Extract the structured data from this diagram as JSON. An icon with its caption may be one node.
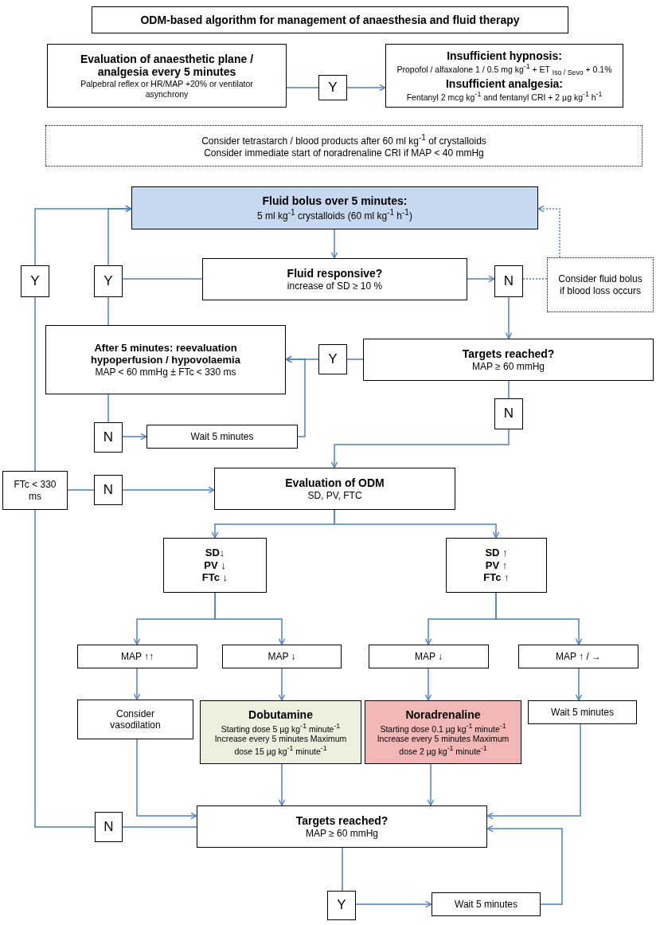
{
  "diagram": {
    "title": "ODM-based algorithm for management of anaesthesia and fluid therapy",
    "nodes": [
      {
        "text": [
          "Evaluation of anaesthetic plane / analgesia every 5 minutes",
          "Palpebral reflex or HR/MAP +20% or ventilator asynchrony"
        ]
      },
      {
        "text": [
          "Y"
        ]
      },
      {
        "text": [
          "Insufficient hypnosis:",
          "Propofol / alfaxalone 1 / 0.5 mg kg$^{-1}$ + ET $_{Iso / Sevo}$ + 0.1%",
          "Insufficient analgesia:",
          "Fentanyl 2 mcg kg$^{-1}$ and fentanyl CRI + 2 µg kg$^{-1}$ h$^{-1}$"
        ]
      },
      {
        "text": [
          "Consider tetrastarch / blood products after 60 ml kg$^{-1}$ of crystalloids",
          "Consider immediate start of noradrenaline CRI if MAP < 40 mmHg"
        ]
      },
      {
        "text": [
          "Fluid bolus over 5 minutes:",
          "5 ml kg$^{-1}$ crystalloids (60 ml kg$^{-1}$ h$^{-1}$)"
        ]
      },
      {
        "text": [
          "Y"
        ]
      },
      {
        "text": [
          "Y"
        ]
      },
      {
        "text": [
          "Fluid responsive?",
          "increase of SD ≥ 10 %"
        ]
      },
      {
        "text": [
          "N"
        ]
      },
      {
        "text": [
          "Consider fluid bolus if blood loss occurs"
        ]
      },
      {
        "text": [
          "After 5 minutes: reevaluation hypoperfusion / hypovolaemia",
          "MAP < 60 mmHg ± FTc < 330 ms"
        ]
      },
      {
        "text": [
          "Y"
        ]
      },
      {
        "text": [
          "Targets reached?",
          "MAP ≥ 60 mmHg"
        ]
      },
      {
        "text": [
          "N"
        ]
      },
      {
        "text": [
          "Wait 5 minutes"
        ]
      },
      {
        "text": [
          "N"
        ]
      },
      {
        "text": [
          "FTc < 330 ms"
        ]
      },
      {
        "text": [
          "N"
        ]
      },
      {
        "text": [
          "Evaluation of ODM",
          "SD, PV, FTC"
        ]
      },
      {
        "text": [
          "SD↓ PV ↓ FTc ↓"
        ]
      },
      {
        "text": [
          "SD ↑ PV ↑ FTc ↑"
        ]
      },
      {
        "text": [
          "MAP ↑↑"
        ]
      },
      {
        "text": [
          "MAP ↓"
        ]
      },
      {
        "text": [
          "MAP ↓"
        ]
      },
      {
        "text": [
          "MAP ↑ / →"
        ]
      },
      {
        "text": [
          "Consider vasodilation"
        ]
      },
      {
        "text": [
          "Dobutamine",
          "Starting dose 5 µg kg$^{-1}$ minute$^{-1}$ Increase every 5 minutes Maximum dose 15 µg kg$^{-1}$ minute$^{-1}$"
        ]
      },
      {
        "text": [
          "Noradrenaline",
          "Starting dose 0.1 µg kg$^{-1}$ minute$^{-1}$ Increase every 5 minutes Maximum dose 2 µg kg$^{-1}$ minute$^{-1}$"
        ]
      },
      {
        "text": [
          "Wait 5 minutes"
        ]
      },
      {
        "text": [
          "N"
        ]
      },
      {
        "text": [
          "Targets reached?",
          "MAP ≥ 60 mmHg"
        ]
      },
      {
        "text": [
          "Y"
        ]
      },
      {
        "text": [
          "Wait 5 minutes"
        ]
      }
    ],
    "edges": [
      {
        "from": 0,
        "to": 1,
        "arrow": "none"
      },
      {
        "from": 1,
        "to": 2,
        "arrow": "to"
      },
      {
        "from": 4,
        "to": 7,
        "arrow": "to"
      },
      {
        "from": 7,
        "to": 6,
        "arrow": "none"
      },
      {
        "from": 10,
        "to": 6,
        "arrow": "none"
      },
      {
        "from": 6,
        "to": 4,
        "arrow": "to"
      },
      {
        "from": 7,
        "to": 8,
        "arrow": "to"
      },
      {
        "from": 9,
        "to": 8,
        "arrow": "none",
        "style": "dashed"
      },
      {
        "from": 9,
        "to": 4,
        "arrow": "to",
        "style": "dashed"
      },
      {
        "from": 8,
        "to": 12,
        "arrow": "to"
      },
      {
        "from": 12,
        "to": 11,
        "arrow": "none"
      },
      {
        "from": 11,
        "to": 10,
        "arrow": "to"
      },
      {
        "from": 10,
        "to": 13,
        "arrow": "none"
      },
      {
        "from": 13,
        "to": 14,
        "arrow": "to"
      },
      {
        "from": 14,
        "to": 10,
        "arrow": "to"
      },
      {
        "from": 12,
        "to": 15,
        "arrow": "none"
      },
      {
        "from": 15,
        "to": 18,
        "arrow": "to"
      },
      {
        "from": 30,
        "to": 29,
        "arrow": "none"
      },
      {
        "from": 29,
        "to": 16,
        "arrow": "none"
      },
      {
        "from": 16,
        "to": 5,
        "arrow": "none"
      },
      {
        "from": 5,
        "to": 4,
        "arrow": "to"
      },
      {
        "from": 16,
        "to": 17,
        "arrow": "none"
      },
      {
        "from": 17,
        "to": 18,
        "arrow": "to"
      },
      {
        "from": 18,
        "to": 19,
        "arrow": "to"
      },
      {
        "from": 18,
        "to": 20,
        "arrow": "to"
      },
      {
        "from": 19,
        "to": 21,
        "arrow": "to"
      },
      {
        "from": 19,
        "to": 22,
        "arrow": "to"
      },
      {
        "from": 20,
        "to": 23,
        "arrow": "to"
      },
      {
        "from": 20,
        "to": 24,
        "arrow": "to"
      },
      {
        "from": 21,
        "to": 25,
        "arrow": "to"
      },
      {
        "from": 22,
        "to": 26,
        "arrow": "to"
      },
      {
        "from": 23,
        "to": 27,
        "arrow": "to"
      },
      {
        "from": 24,
        "to": 28,
        "arrow": "to"
      },
      {
        "from": 25,
        "to": 30,
        "arrow": "to"
      },
      {
        "from": 26,
        "to": 30,
        "arrow": "to"
      },
      {
        "from": 27,
        "to": 30,
        "arrow": "to"
      },
      {
        "from": 28,
        "to": 30,
        "arrow": "to"
      },
      {
        "from": 30,
        "to": 31,
        "arrow": "none"
      },
      {
        "from": 31,
        "to": 32,
        "arrow": "to"
      },
      {
        "from": 32,
        "to": 30,
        "arrow": "to"
      }
    ]
  }
}
